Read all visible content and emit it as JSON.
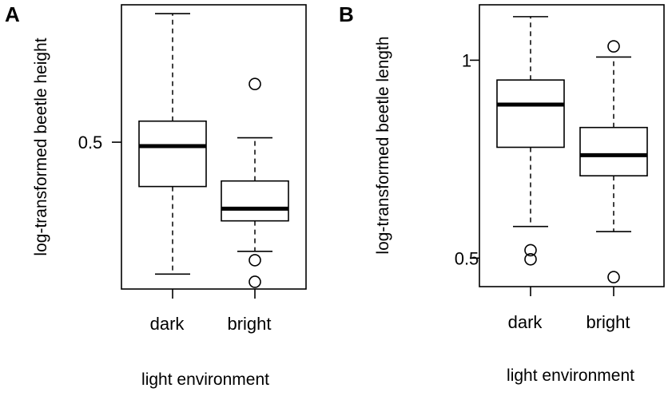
{
  "chart_data": [
    {
      "type": "box",
      "panel_label": "A",
      "categories": [
        "dark",
        "bright"
      ],
      "boxes": [
        {
          "whisker_low": 0.262,
          "q1": 0.42,
          "median": 0.493,
          "q3": 0.538,
          "whisker_high": 0.732,
          "outliers": []
        },
        {
          "whisker_low": 0.303,
          "q1": 0.358,
          "median": 0.38,
          "q3": 0.43,
          "whisker_high": 0.508,
          "outliers": [
            0.605,
            0.287,
            0.248
          ]
        }
      ],
      "xlabel": "light environment",
      "ylabel": "log-transformed beetle height",
      "yticks": [
        0.5
      ],
      "ylim": [
        0.235,
        0.748
      ],
      "grid": false
    },
    {
      "type": "box",
      "panel_label": "B",
      "categories": [
        "dark",
        "bright"
      ],
      "boxes": [
        {
          "whisker_low": 0.58,
          "q1": 0.78,
          "median": 0.888,
          "q3": 0.95,
          "whisker_high": 1.11,
          "outliers": [
            0.52,
            0.497
          ]
        },
        {
          "whisker_low": 0.567,
          "q1": 0.708,
          "median": 0.76,
          "q3": 0.83,
          "whisker_high": 1.008,
          "outliers": [
            1.035,
            0.452
          ]
        }
      ],
      "xlabel": "light environment",
      "ylabel": "log-transformed beetle length",
      "yticks": [
        0.5,
        1.0
      ],
      "ylim": [
        0.428,
        1.14
      ],
      "grid": false
    }
  ]
}
